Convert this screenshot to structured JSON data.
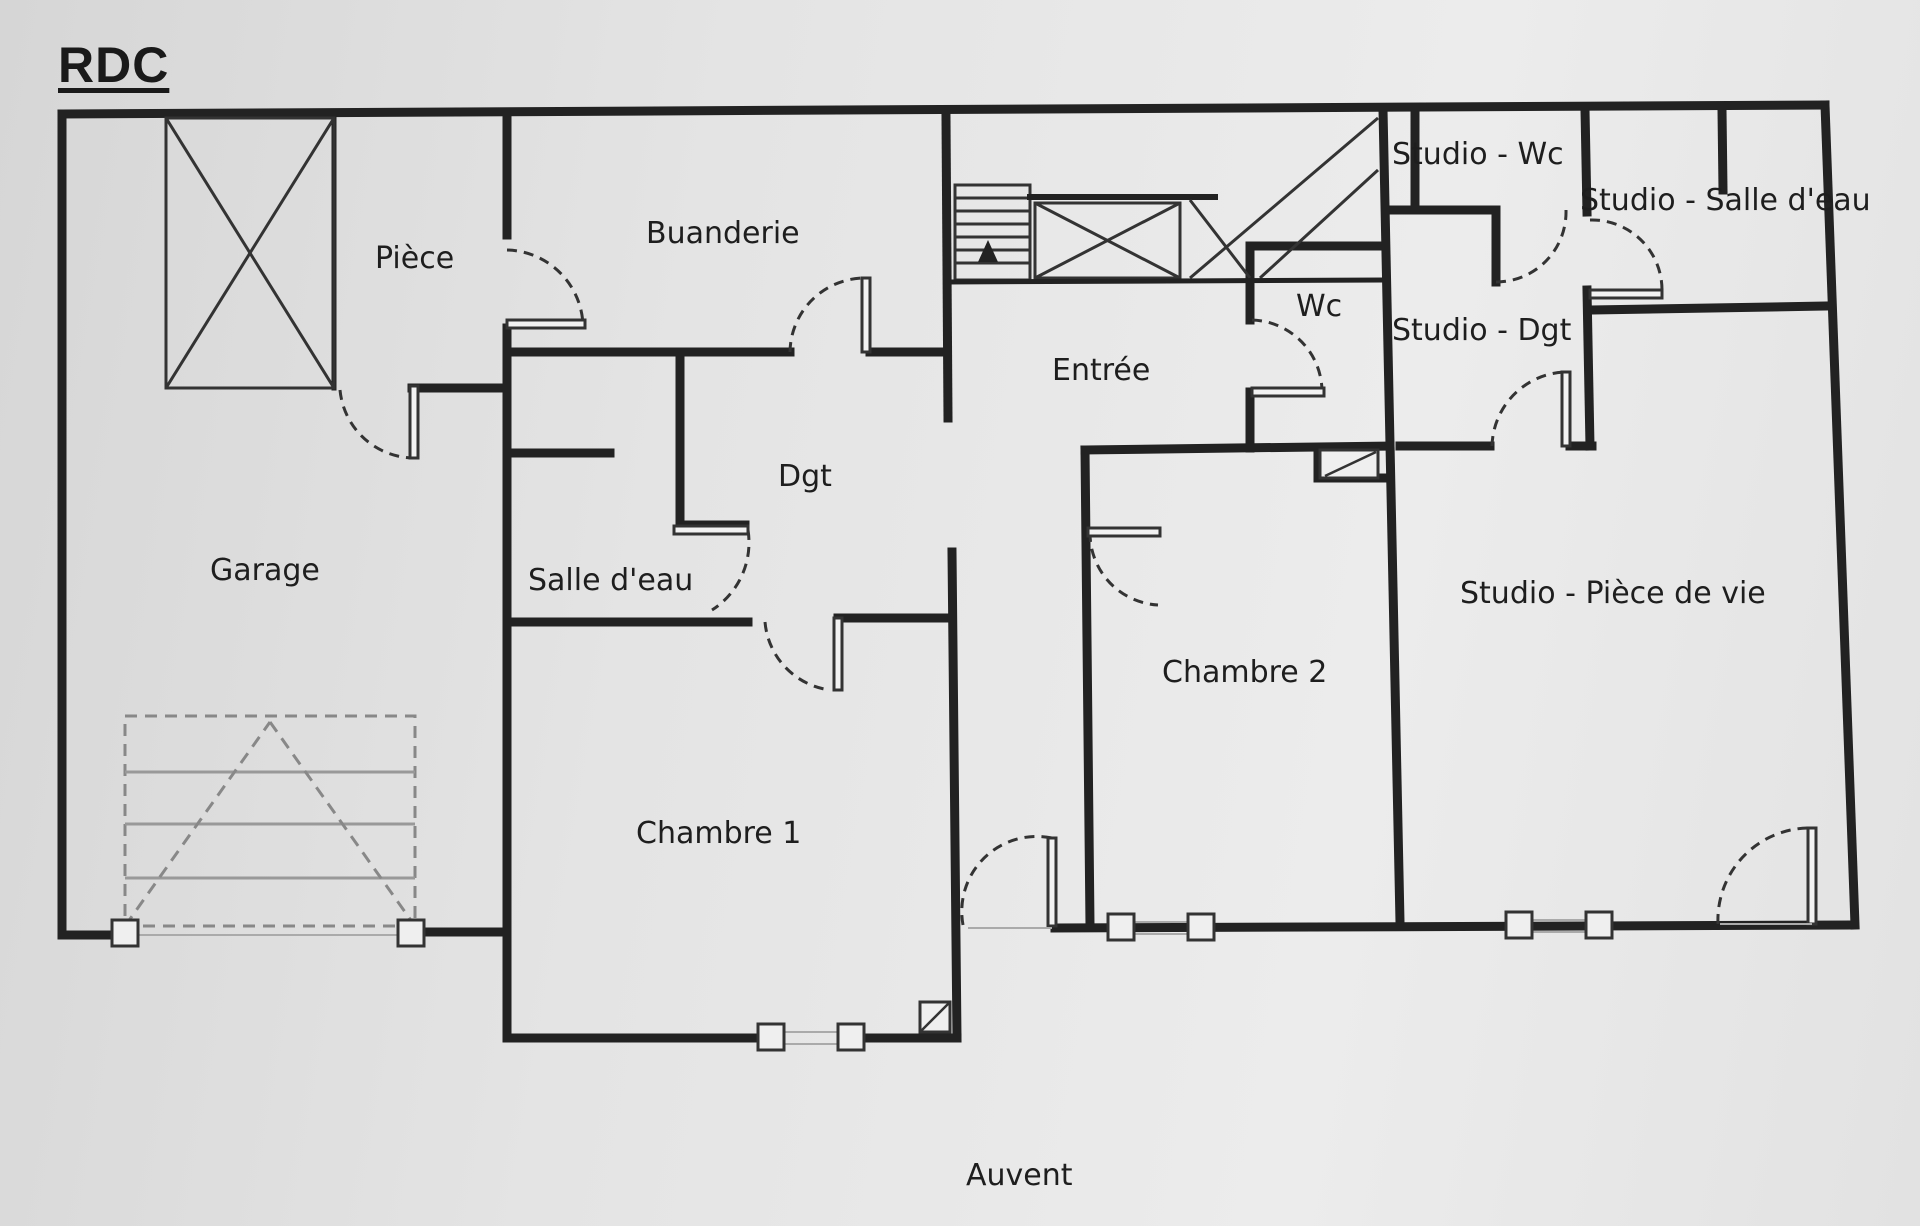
{
  "title": "RDC",
  "rooms": {
    "piece": "Pièce",
    "buanderie": "Buanderie",
    "studio_wc": "Studio - Wc",
    "studio_salle_eau": "Studio - Salle d'eau",
    "wc": "Wc",
    "entree": "Entrée",
    "studio_dgt": "Studio - Dgt",
    "dgt": "Dgt",
    "garage": "Garage",
    "salle_eau": "Salle d'eau",
    "studio_piece_vie": "Studio - Pièce de vie",
    "chambre_2": "Chambre 2",
    "chambre_1": "Chambre 1",
    "auvent": "Auvent"
  }
}
